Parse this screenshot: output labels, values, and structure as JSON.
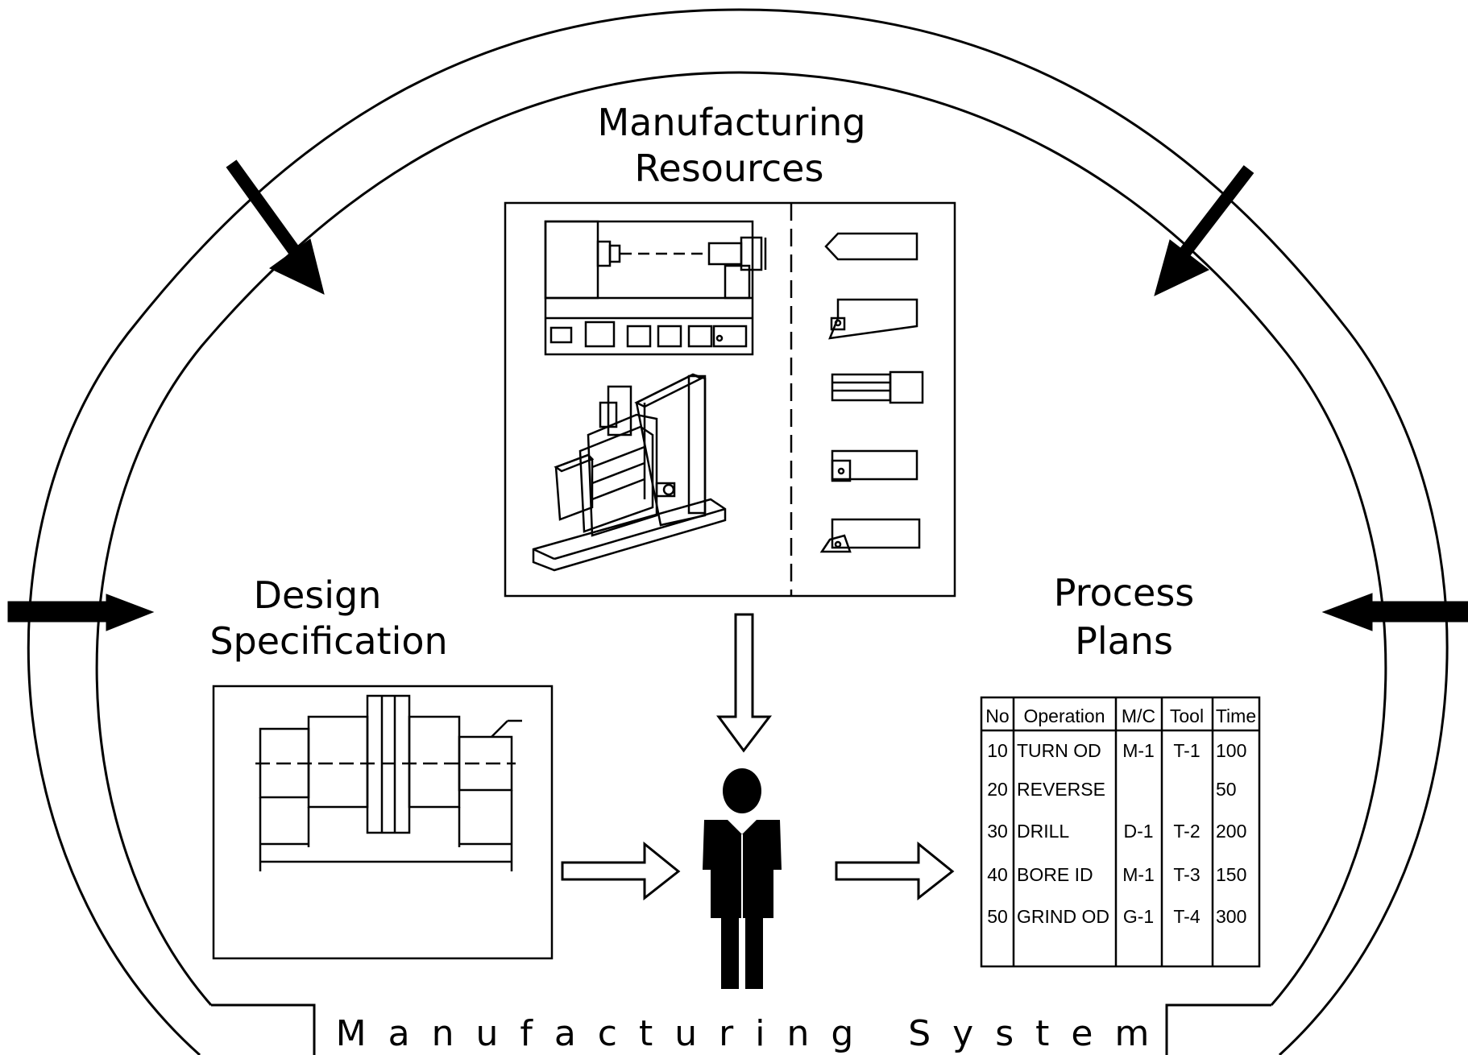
{
  "labels": {
    "resources_line1": "Manufacturing",
    "resources_line2": "Resources",
    "design_line1": "Design",
    "design_line2": "Specification",
    "plans_line1": "Process",
    "plans_line2": "Plans",
    "system": "Manufacturing System"
  },
  "process_table": {
    "headers": [
      "No",
      "Operation",
      "M/C",
      "Tool",
      "Time"
    ],
    "rows": [
      [
        "10",
        "TURN OD",
        "M-1",
        "T-1",
        "100"
      ],
      [
        "20",
        "REVERSE",
        "",
        "",
        "50"
      ],
      [
        "30",
        "DRILL",
        "D-1",
        "T-2",
        "200"
      ],
      [
        "40",
        "BORE ID",
        "M-1",
        "T-3",
        "150"
      ],
      [
        "50",
        "GRIND OD",
        "G-1",
        "T-4",
        "300"
      ]
    ]
  },
  "icons": {
    "lathe": "lathe-machine-icon",
    "mill": "milling-machine-icon",
    "tools": "cutting-tool-icon",
    "person": "person-icon",
    "shaft": "shaft-drawing-icon"
  },
  "colors": {
    "ink": "#000000",
    "paper": "#ffffff"
  }
}
